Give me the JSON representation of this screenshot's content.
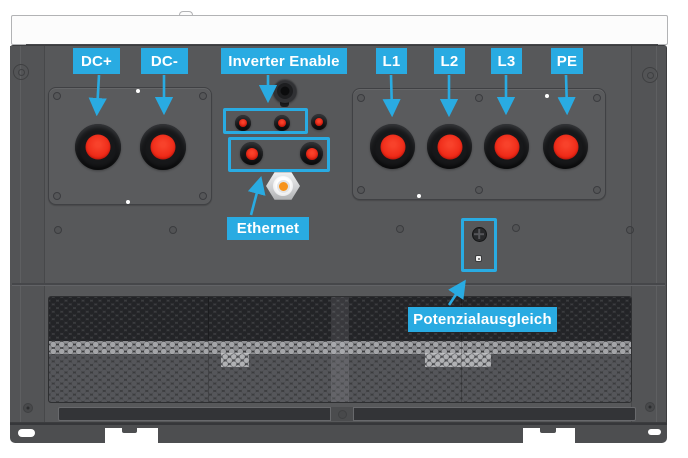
{
  "figure": {
    "type": "hardware-annotation-diagram",
    "callouts": {
      "dc_plus": "DC+",
      "dc_minus": "DC-",
      "inverter_enable": "Inverter Enable",
      "l1": "L1",
      "l2": "L2",
      "l3": "L3",
      "pe": "PE",
      "ethernet": "Ethernet",
      "potential_equalization": "Potenzialausgleich"
    },
    "colors": {
      "callout_blue": "#29abe2",
      "connector_red": "#ed2715",
      "body_gray": "#57585a",
      "ethernet_orange": "#f7941d",
      "mount_bar_white": "#fcfcfc"
    }
  }
}
